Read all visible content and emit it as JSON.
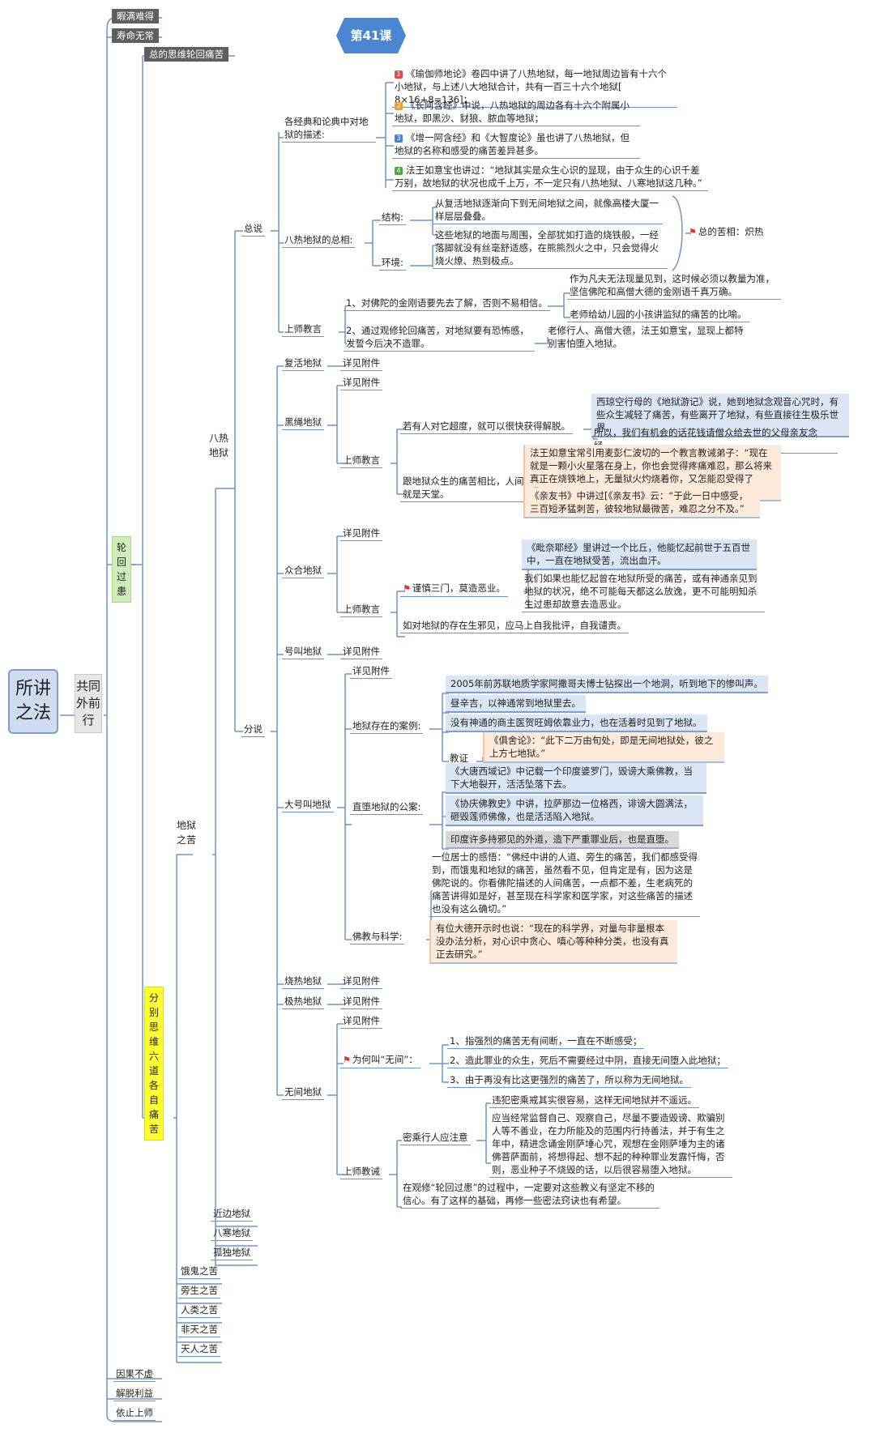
{
  "colors": {
    "line": "#6b95c9",
    "root_bg": "#cfdcef",
    "green": "#cdeeb8",
    "yellow": "#ffff33",
    "lesson": "#4a86d2",
    "flag": "#e03030"
  },
  "lesson": "第41课",
  "root": "所讲之法",
  "l1": {
    "gongtong": "共同外前行"
  },
  "l2": {
    "xiaman": "暇满难得",
    "shouming": "寿命无常",
    "lunhui": "轮回过患",
    "yinguo": "因果不虚",
    "jietuo": "解脱利益",
    "yizhi": "依止上师"
  },
  "zong_siwei": "总的思维轮回痛苦",
  "fenbie": "分别思维六道各自痛苦",
  "diyu_zhi_ku": "地狱之苦",
  "bare": "八热地狱",
  "zongshuo": "总说",
  "fenshuo": "分说",
  "jingdian": {
    "label": "各经典和论典中对地狱的描述:",
    "items": [
      "《瑜伽师地论》卷四中讲了八热地狱，每一地狱周边皆有十六个小地狱，与上述八大地狱合计，共有一百三十六个地狱[ 8×16+8=136]；",
      "《长阿含经》中说，八热地狱的周边各有十六个附属小地狱，即黑沙、豺狼、脓血等地狱；",
      "《增一阿含经》和《大智度论》虽也讲了八热地狱，但地狱的名称和感受的痛苦差异甚多。",
      "法王如意宝也讲过：“地狱其实是众生心识的显现，由于众生的心识千差万别，故地狱的状况也成千上万，不一定只有八热地狱、八寒地狱这几种。”"
    ],
    "badges": [
      "1",
      "2",
      "3",
      "4"
    ],
    "badge_colors": [
      "#e04a4a",
      "#f0a020",
      "#4a80d0",
      "#44aa44"
    ]
  },
  "zongxiang": {
    "label": "八热地狱的总相:",
    "jiegou": "结构:",
    "jiegou_text": "从复活地狱逐渐向下到无间地狱之间，就像高楼大厦一样层层叠叠。",
    "huanjing": "环境:",
    "huanjing_text": "这些地狱的地面与周围，全部犹如打造的烧铁般，一经落脚就没有丝毫舒适感，在熊熊烈火之中，只会觉得火烧火燎、热到极点。",
    "zongku": "总的苦相：炽热"
  },
  "shangshi1": {
    "label": "上师教言",
    "item1": "1、对佛陀的金刚语要先去了解，否则不易相信。",
    "item1_a": "作为凡夫无法现量见到，这时候必须以教量为准，坚信佛陀和高僧大德的金刚语千真万确。",
    "item1_b": "老师给幼儿园的小孩讲监狱的痛苦的比喻。",
    "item2": "2、通过观修轮回痛苦，对地狱要有恐怖感，发誓今后决不造罪。",
    "item2_a": "老修行人、高僧大德，法王如意宝，显现上都特别害怕堕入地狱。"
  },
  "fuhuo": {
    "label": "复活地狱",
    "detail": "详见附件"
  },
  "heisheng": {
    "label": "黑绳地狱",
    "detail": "详见附件",
    "shangshi": "上师教言",
    "chaodu": "若有人对它超度，就可以很快获得解脱。",
    "c1": "西琼空行母的《地狱游记》说，她到地狱念观音心咒时，有些众生减轻了痛苦，有些离开了地狱，有些直接往生极乐世界。",
    "c2": "所以，我们有机会的话花钱请僧众给去世的父母亲友念经。",
    "tiantang": "跟地狱众生的痛苦相比，人间就是天堂。",
    "t1": "法王如意宝常引用麦彭仁波切的一个教言教诫弟子：“现在就是一颗小火星落在身上，你也会觉得疼痛难忍，那么将来真正在烧铁地上，无量狱火灼烧着你，又怎能忍受得了呢？”",
    "t2": "《亲友书》中讲过[《亲友书》云：“于此一日中感受，三百短矛猛刺苦，彼较地狱最微苦，难忍之分不及。”"
  },
  "zhonghe": {
    "label": "众合地狱",
    "detail": "详见附件",
    "shangshi": "上师教言",
    "jinshen": "谨慎三门，莫造恶业。",
    "j1": "《毗奈耶经》里讲过一个比丘，他能忆起前世于五百世中，一直在地狱受苦，流出血汗。",
    "j2": "我们如果也能忆起曾在地狱所受的痛苦，或有神通亲见到地狱的状况，绝不可能每天都这么放逸，更不可能明知杀生过患却故意去造恶业。",
    "pipan": "如对地狱的存在生邪见，应马上自我批评，自我谴责。"
  },
  "haojiao": {
    "label": "号叫地狱",
    "detail": "详见附件"
  },
  "dahaojiao": {
    "label": "大号叫地狱",
    "detail": "详见附件",
    "anli": "地狱存在的案例:",
    "a1": "2005年前苏联地质学家阿撒哥夫博士钻探出一个地洞，听到地下的惨叫声。",
    "a2": "昼辛吉，以神通常到地狱里去。",
    "a3": "没有神通的商主医贺旺姆依靠业力，也在活着时见到了地狱。",
    "jiaozheng": "教证",
    "a4": "《俱舍论》：“此下二万由旬处，即是无间地狱处，彼之上方七地狱。”",
    "zhuiduo": "直堕地狱的公案:",
    "z1": "《大唐西域记》中记载一个印度婆罗门，毁谤大乘佛教，当下大地裂开，活活坠落下去。",
    "z2": "《协庆佛教史》中讲，拉萨那边一位格西，诽谤大圆满法，砸毁莲师佛像，也是活活陷入地狱。",
    "z3": "印度许多持邪见的外道，造下严重罪业后，也是直堕。",
    "kexue": "佛教与科学:",
    "k1": "一位居士的感悟：“佛经中讲的人道、旁生的痛苦，我们都感受得到，而饿鬼和地狱的痛苦，虽然看不见，但肯定是有，因为这是佛陀说的。你看佛陀描述的人间痛苦，一点都不差，生老病死的痛苦讲得如是好，甚至现在科学家和医学家，对这些痛苦的描述也没有这么确切。”",
    "k2": "有位大德开示时也说：“现在的科学界，对量与非量根本没办法分析，对心识中贪心、嗔心等种种分类，也没有真正去研究。”"
  },
  "shaore": {
    "label": "烧热地狱",
    "detail": "详见附件"
  },
  "jire": {
    "label": "极热地狱",
    "detail": "详见附件"
  },
  "wujian": {
    "label": "无间地狱",
    "detail": "详见附件",
    "weihe": "为何叫“无间”：",
    "w1": "1、指强烈的痛苦无有间断，一直在不断感受；",
    "w2": "2、造此罪业的众生，死后不需要经过中阴，直接无间堕入此地狱；",
    "w3": "3、由于再没有比这更强烈的痛苦了，所以称为无间地狱。",
    "shangshi": "上师教诫",
    "mizong": "密乘行人应注意",
    "m1": "违犯密乘戒其实很容易，这样无间地狱并不遥远。",
    "m2": "应当经常监督自己、观察自己，尽量不要造毁谤、欺骗别人等不善业，在力所能及的范围内行持善法，并于有生之年中，精进念诵金刚萨埵心咒，观想在金刚萨埵为主的诸佛菩萨面前，将想得起、想不起的种种罪业发露忏悔，否则，恶业种子不烧毁的话，以后很容易堕入地狱。",
    "xinxin": "在观修“轮回过患”的过程中，一定要对这些教义有坚定不移的信心。有了这样的基础，再修一些密法窍诀也有希望。"
  },
  "jinbian": "近边地狱",
  "bahan": "八寒地狱",
  "gudu": "孤独地狱",
  "egui": "饿鬼之苦",
  "pangsheng": "旁生之苦",
  "renlei": "人类之苦",
  "feitian": "非天之苦",
  "tianren": "天人之苦"
}
